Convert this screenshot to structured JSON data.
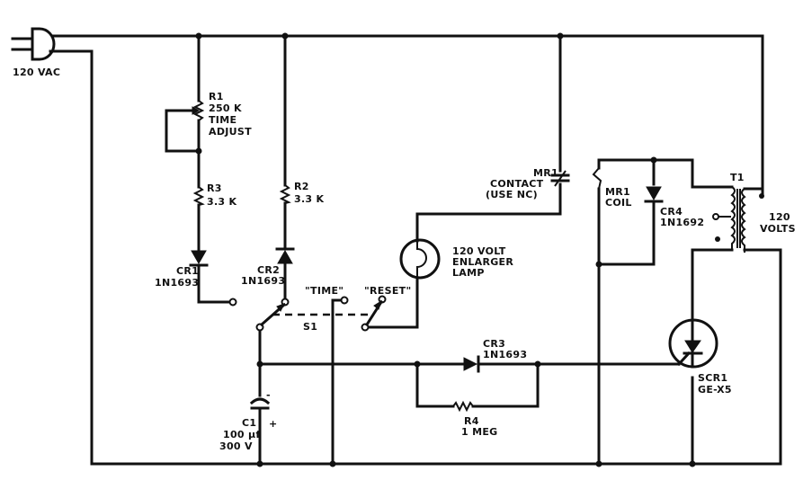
{
  "title": "Enlarger timer schematic",
  "colors": {
    "ink": "#111111",
    "paper": "#ffffff"
  },
  "plug": {
    "label": "120 VAC",
    "icon": "ac-plug-icon"
  },
  "components": {
    "R1": {
      "ref": "R1",
      "value": "250 K",
      "note1": "TIME",
      "note2": "ADJUST"
    },
    "R3": {
      "ref": "R3",
      "value": "3.3 K"
    },
    "R2": {
      "ref": "R2",
      "value": "3.3 K"
    },
    "CR1": {
      "ref": "CR1",
      "part": "1N1693"
    },
    "CR2": {
      "ref": "CR2",
      "part": "1N1693"
    },
    "S1": {
      "ref": "S1",
      "pos_time": "\"TIME\"",
      "pos_reset": "\"RESET\""
    },
    "lamp": {
      "line1": "120 VOLT",
      "line2": "ENLARGER",
      "line3": "LAMP"
    },
    "MR1_contact": {
      "ref": "MR1",
      "line2": "CONTACT",
      "line3": "(USE NC)"
    },
    "MR1_coil": {
      "ref": "MR1",
      "line2": "COIL"
    },
    "CR4": {
      "ref": "CR4",
      "part": "1N1692"
    },
    "T1": {
      "ref": "T1",
      "secondary1": "120",
      "secondary2": "VOLTS"
    },
    "CR3": {
      "ref": "CR3",
      "part": "1N1693"
    },
    "R4": {
      "ref": "R4",
      "value": "1 MEG"
    },
    "SCR1": {
      "ref": "SCR1",
      "part": "GE-X5"
    },
    "C1": {
      "ref": "C1",
      "value": "100 µf",
      "voltage": "300 V",
      "minus": "-",
      "plus": "+"
    }
  }
}
